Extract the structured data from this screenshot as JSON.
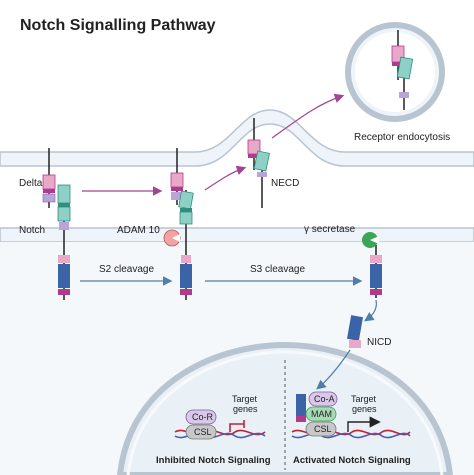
{
  "title": "Notch Signalling Pathway",
  "labels": {
    "delta": "Delta",
    "notch": "Notch",
    "adam10": "ADAM 10",
    "necd": "NECD",
    "receptor_endocytosis": "Receptor endocytosis",
    "gamma_secretase": "γ secretase",
    "s2_cleavage": "S2 cleavage",
    "s3_cleavage": "S3 cleavage",
    "nicd": "NICD",
    "co_r": "Co-R",
    "csl_left": "CSL",
    "target_genes_left": "Target\ngenes",
    "co_a": "Co-A",
    "mam": "MAM",
    "csl_right": "CSL",
    "target_genes_right": "Target\ngenes",
    "inhibited": "Inhibited Notch Signaling",
    "activated": "Activated Notch Signaling"
  },
  "colors": {
    "title": "#4b2a7b",
    "membrane_fill": "#eef4f9",
    "membrane_stroke": "#b8c4cf",
    "arrow_purple": "#a0458f",
    "arrow_blue": "#4e7fa8",
    "pink": "#e9a8c8",
    "magenta": "#b03a8e",
    "teal": "#8fd0c6",
    "teal_dark": "#2e8f7f",
    "lavender": "#b9a4d9",
    "blue_stack": "#3b63a8",
    "adam_pink": "#f0a3a3",
    "gamma_green": "#3aa655",
    "dna_red": "#c8203a",
    "dna_blue": "#4a5fb0",
    "inhibit_red": "#c8203a"
  }
}
